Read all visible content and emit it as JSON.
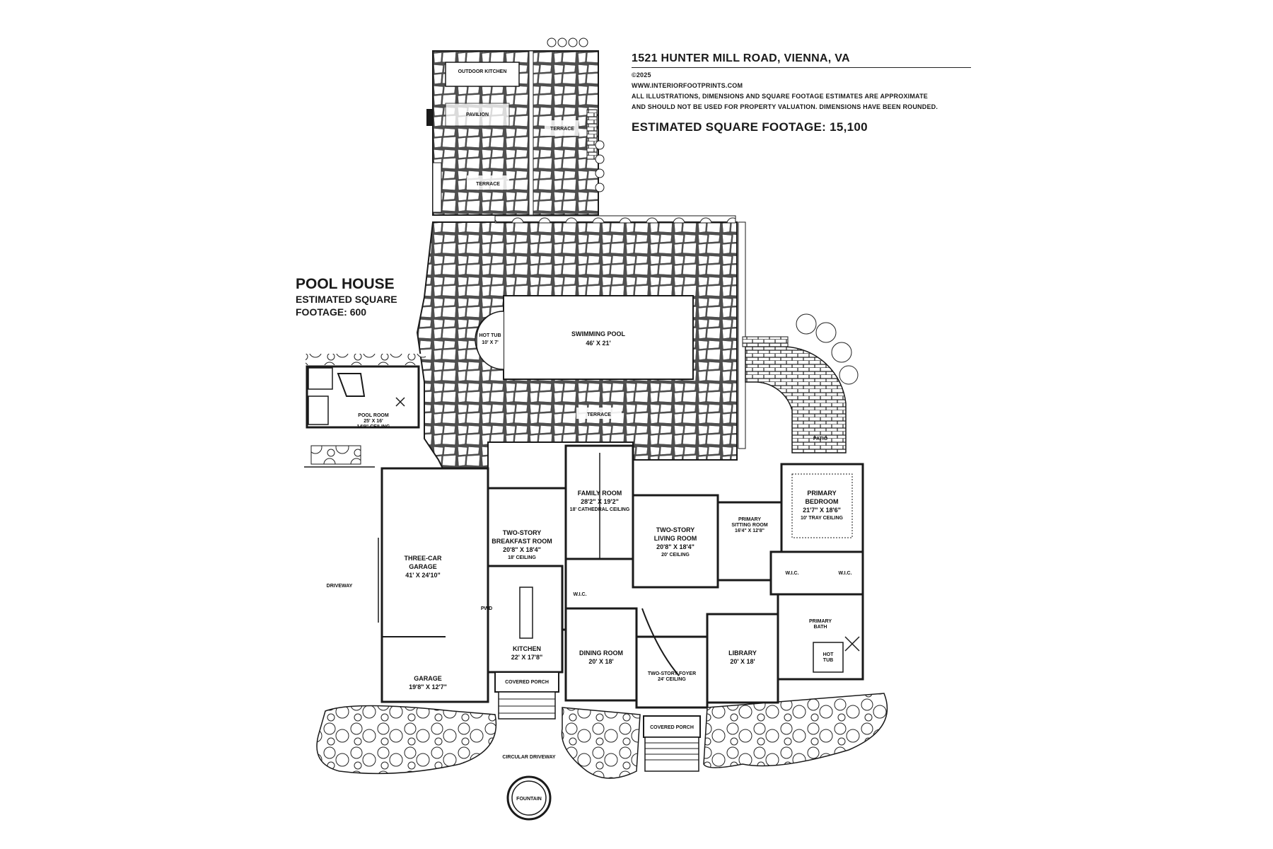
{
  "header": {
    "address": "1521 HUNTER MILL ROAD, VIENNA, VA",
    "copyright": "©2025",
    "website": "WWW.INTERIORFOOTPRINTS.COM",
    "disclaimer_1": "ALL ILLUSTRATIONS, DIMENSIONS AND SQUARE FOOTAGE ESTIMATES ARE APPROXIMATE",
    "disclaimer_2": "AND SHOULD NOT BE USED FOR PROPERTY VALUATION. DIMENSIONS HAVE BEEN ROUNDED.",
    "sqft": "ESTIMATED SQUARE FOOTAGE: 15,100"
  },
  "pool_house": {
    "title": "POOL HOUSE",
    "line1": "ESTIMATED SQUARE",
    "line2": "FOOTAGE: 600"
  },
  "rooms": {
    "outdoor_kitchen": "OUTDOOR KITCHEN",
    "pavilion": "PAVILION",
    "terrace_upper_right": "TERRACE",
    "terrace_upper": "TERRACE",
    "hot_tub": "HOT TUB",
    "hot_tub_dim": "10' X 7'",
    "pool": "SWIMMING POOL",
    "pool_dim": "46' X 21'",
    "terrace_main": "TERRACE",
    "patio": "PATIO",
    "pool_room": "POOL ROOM",
    "pool_room_dim": "25' X 16'",
    "pool_room_note": "14'9\" CEILING",
    "family_room": "FAMILY ROOM",
    "family_room_dim": "28'2\" X 19'2\"",
    "family_room_note": "18' CATHEDRAL CEILING",
    "breakfast_1": "TWO-STORY",
    "breakfast_2": "BREAKFAST ROOM",
    "breakfast_dim": "20'8\" X 18'4\"",
    "breakfast_note": "18' CEILING",
    "living_1": "TWO-STORY",
    "living_2": "LIVING ROOM",
    "living_dim": "20'8\" X 18'4\"",
    "living_note": "20' CEILING",
    "primary_bed_1": "PRIMARY",
    "primary_bed_2": "BEDROOM",
    "primary_bed_dim": "21'7\" X 18'6\"",
    "primary_bed_note": "10' TRAY CEILING",
    "primary_sitting": "PRIMARY",
    "primary_sitting_2": "SITTING ROOM",
    "primary_sitting_dim": "16'4\" X 12'8\"",
    "garage3_1": "THREE-CAR",
    "garage3_2": "GARAGE",
    "garage3_dim": "41' X 24'10\"",
    "driveway": "DRIVEWAY",
    "kitchen": "KITCHEN",
    "kitchen_dim": "22' X 17'8\"",
    "dining": "DINING ROOM",
    "dining_dim": "20' X 18'",
    "library": "LIBRARY",
    "library_dim": "20' X 18'",
    "foyer": "TWO-STORY FOYER",
    "foyer_note": "24' CEILING",
    "garage": "GARAGE",
    "garage_dim": "19'8\" X 12'7\"",
    "covered_porch_side": "COVERED PORCH",
    "covered_porch_front": "COVERED PORCH",
    "circular_driveway": "CIRCULAR DRIVEWAY",
    "fountain": "FOUNTAIN",
    "primary_bath": "PRIMARY",
    "primary_bath_2": "BATH",
    "wic1": "W.I.C.",
    "wic2": "W.I.C.",
    "hot_tub2": "HOT",
    "hot_tub2_2": "TUB",
    "pwd": "PWD",
    "wic_kitchen": "W.I.C."
  },
  "colors": {
    "line": "#1a1a1a",
    "stone_fill": "#5a5a5a",
    "stone_stroke": "#ffffff",
    "pool_fill": "#ffffff"
  }
}
